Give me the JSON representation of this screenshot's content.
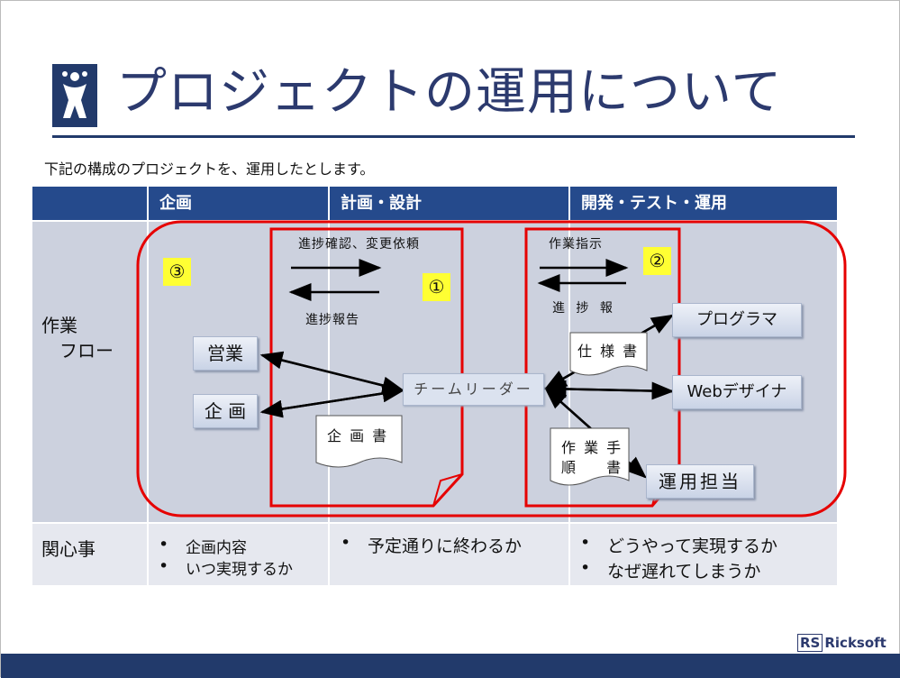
{
  "slide": {
    "title": "プロジェクトの運用について",
    "intro": "下記の構成のプロジェクトを、運用したとします。",
    "brand": {
      "mark": "RS",
      "name": "Ricksoft"
    }
  },
  "table": {
    "headers": [
      "",
      "企画",
      "計画・設計",
      "開発・テスト・運用"
    ],
    "row_labels": {
      "flow": [
        "作業",
        "　フロー"
      ],
      "concern": "関心事"
    },
    "concerns": {
      "planning": [
        "企画内容",
        "いつ実現するか"
      ],
      "design": [
        "予定通りに終わるか"
      ],
      "dev": [
        "どうやって実現するか",
        "なぜ遅れてしまうか"
      ]
    }
  },
  "flow": {
    "boxes": {
      "sales": "営業",
      "plan": "企 画",
      "leader": "チームリーダー",
      "programmer": "プログラマ",
      "web": "Webデザイナ",
      "ops": "運用担当"
    },
    "labels": {
      "progress_request": "進捗確認、変更依頼",
      "progress_report": "進捗報告",
      "work_instruction": "作業指示",
      "progress_short": "進 捗 報"
    },
    "docs": {
      "plan_doc": "企 画 書",
      "spec": "仕 様 書",
      "procedure_line1": "作 業 手",
      "procedure_line2": "順 　 書"
    },
    "badges": [
      "①",
      "②",
      "③"
    ]
  },
  "colors": {
    "header": "#254a8c",
    "highlight": "#e60000",
    "badge": "#ffff33",
    "accent": "#223a6b"
  }
}
